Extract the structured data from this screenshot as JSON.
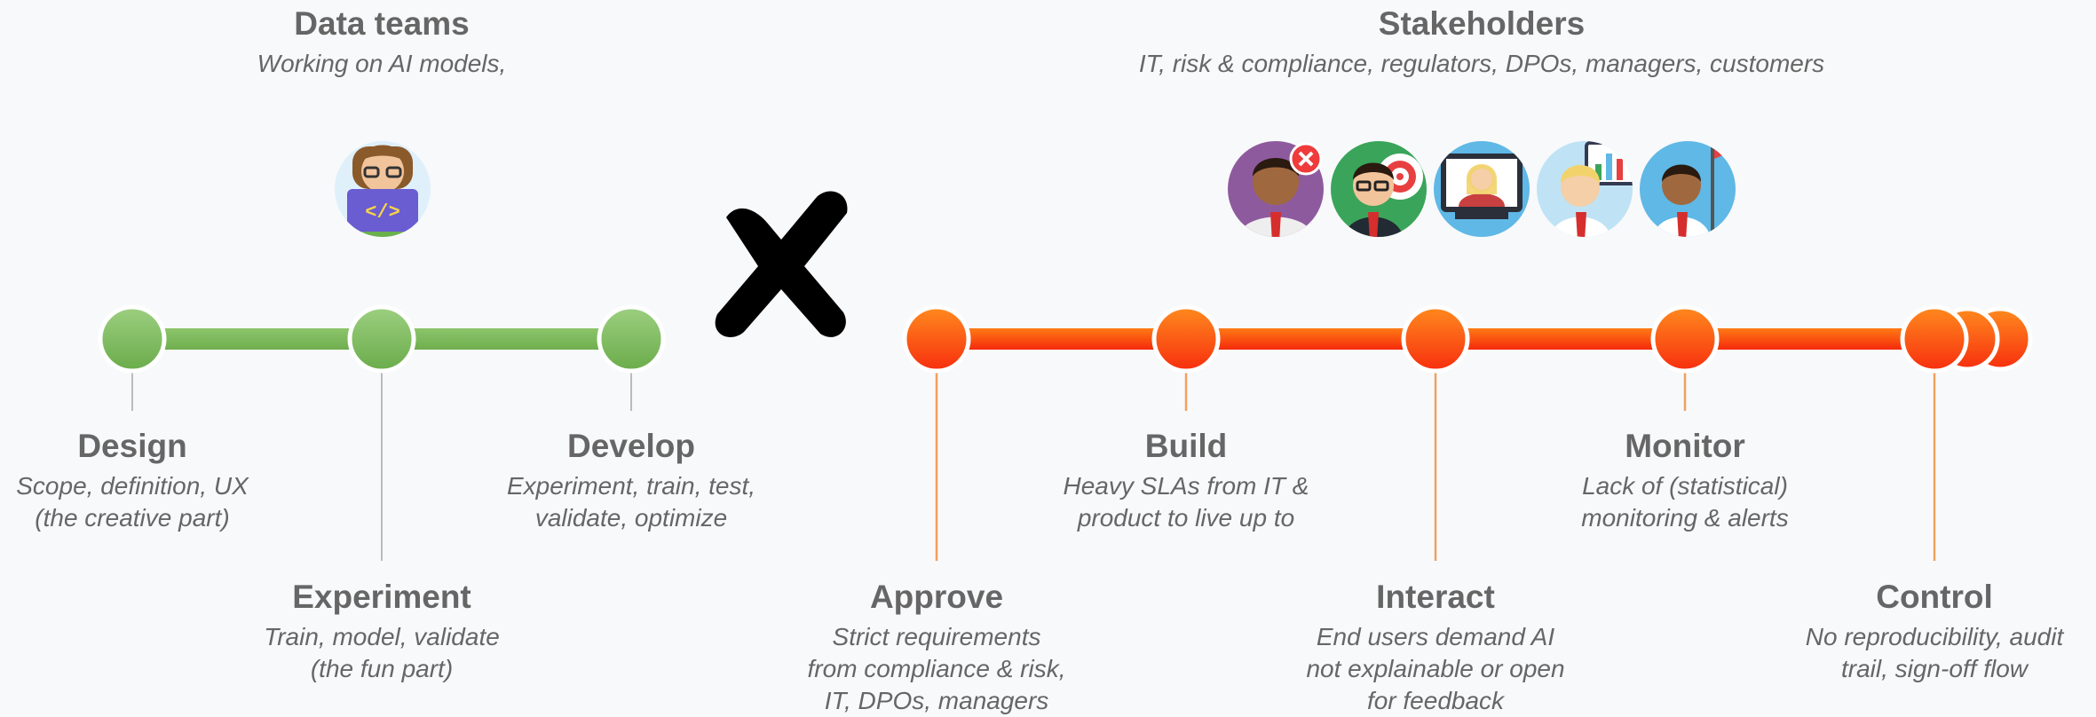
{
  "groups": {
    "data_teams": {
      "title": "Data teams",
      "subtitle": "Working on AI models,"
    },
    "stakeholders": {
      "title": "Stakeholders",
      "subtitle": "IT, risk & compliance, regulators, DPOs, managers, customers"
    }
  },
  "avatars": {
    "data_team": [
      "developer-avatar-icon"
    ],
    "stakeholders": [
      "rejecting-person-avatar-icon",
      "target-business-person-avatar-icon",
      "video-call-person-avatar-icon",
      "analytics-person-avatar-icon",
      "flag-person-avatar-icon"
    ]
  },
  "blocker_icon": "cross-mark-icon",
  "colors": {
    "green_stage": "#7ab95a",
    "red_stage": "#fb3a10",
    "red_stage_top": "#ff7a1a",
    "red_connector": "#f0a060",
    "grey_connector": "#bbbbbb",
    "text": "#666666",
    "cross": "#000000"
  },
  "stages": {
    "design": {
      "title": "Design",
      "lines": [
        "Scope, definition, UX",
        "(the creative part)"
      ]
    },
    "experiment": {
      "title": "Experiment",
      "lines": [
        "Train, model, validate",
        "(the fun part)"
      ]
    },
    "develop": {
      "title": "Develop",
      "lines": [
        "Experiment, train, test,",
        "validate, optimize"
      ]
    },
    "approve": {
      "title": "Approve",
      "lines": [
        "Strict requirements",
        "from compliance & risk,",
        "IT, DPOs, managers"
      ]
    },
    "build": {
      "title": "Build",
      "lines": [
        "Heavy SLAs from IT &",
        "product to live up to"
      ]
    },
    "interact": {
      "title": "Interact",
      "lines": [
        "End users demand AI",
        "not explainable or open",
        "for feedback"
      ]
    },
    "monitor": {
      "title": "Monitor",
      "lines": [
        "Lack of (statistical)",
        "monitoring & alerts"
      ]
    },
    "control": {
      "title": "Control",
      "lines": [
        "No reproducibility, audit",
        "trail, sign-off flow"
      ]
    }
  }
}
